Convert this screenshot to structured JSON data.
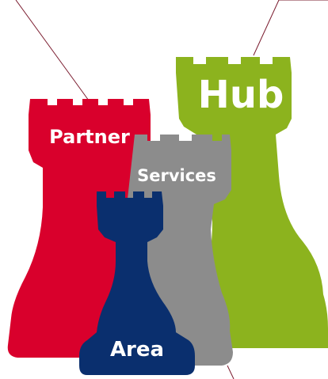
{
  "pieces": {
    "hub": {
      "label": "Hub",
      "color": "#8cb31e"
    },
    "partner": {
      "label": "Partner",
      "color": "#d9002c"
    },
    "services": {
      "label": "Services",
      "color": "#8c8c8c"
    },
    "area": {
      "label": "Area",
      "color": "#0a2f6e"
    }
  },
  "connector_color": "#7a1b2e"
}
